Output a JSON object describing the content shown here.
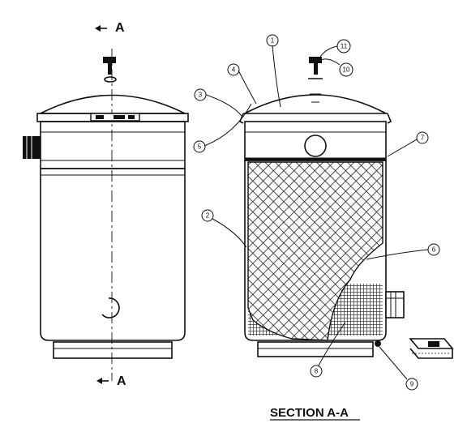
{
  "section_markers": {
    "top": "A",
    "bottom": "A"
  },
  "section_title": "SECTION A-A",
  "callouts": [
    "1",
    "2",
    "3",
    "4",
    "5",
    "6",
    "7",
    "8",
    "9",
    "10",
    "11"
  ]
}
